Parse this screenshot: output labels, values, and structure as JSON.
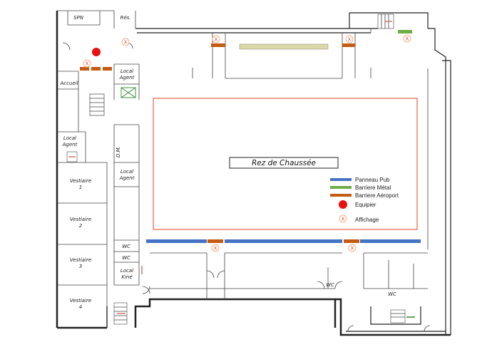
{
  "plan": {
    "title": "Rez de Chaussée",
    "rooms": {
      "spn": "SPN",
      "res": "Rés.",
      "accueil": "Accueil",
      "local_agent_top": [
        "Local",
        "Agent"
      ],
      "local_agent_left": [
        "Local",
        "Agent"
      ],
      "local_agent_mid": [
        "Local",
        "Agent"
      ],
      "local_kine": [
        "Local",
        "Kiné"
      ],
      "vestiaire_1": [
        "Vestiaire",
        "1"
      ],
      "vestiaire_2": [
        "Vestiaire",
        "2"
      ],
      "vestiaire_3": [
        "Vestiaire",
        "3"
      ],
      "vestiaire_4": [
        "Vestiaire",
        "4"
      ],
      "wc_1": "WC",
      "wc_2": "WC",
      "wc_3": "WC",
      "wc_4": "WC",
      "dm": "D.M."
    },
    "marker_glyph": "X"
  },
  "legend": {
    "items": [
      {
        "key": "panneau_pub",
        "label": "Panneau Pub",
        "color": "#4472c4",
        "kind": "bar"
      },
      {
        "key": "barriere_metal",
        "label": "Barriere Métal",
        "color": "#70ad47",
        "kind": "bar"
      },
      {
        "key": "barriere_aeroport",
        "label": "Barriere Aéroport",
        "color": "#c55a11",
        "kind": "bar"
      },
      {
        "key": "equipier",
        "label": "Equipier",
        "color": "#e81010",
        "kind": "dot"
      },
      {
        "key": "affichage",
        "label": "Affichage",
        "color": "#f4b183",
        "kind": "marker"
      }
    ]
  },
  "colors": {
    "field_border": "#e8604c",
    "wall": "#222222",
    "stand_fill": "#dcd7a8"
  }
}
